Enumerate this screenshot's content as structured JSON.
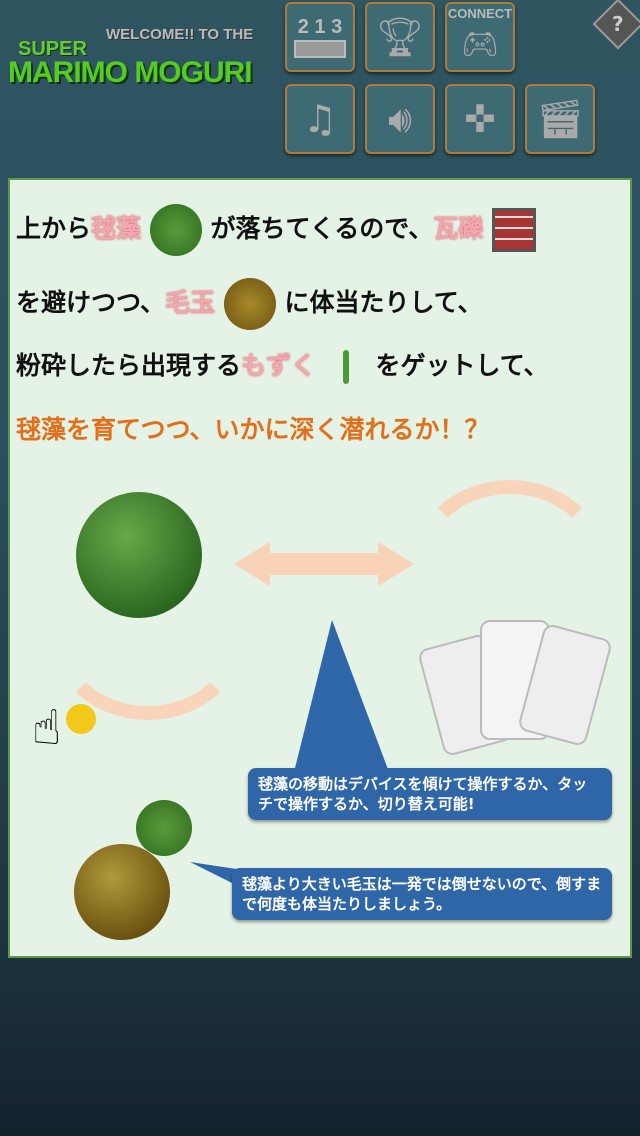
{
  "header": {
    "welcome": "WELCOME!! TO THE",
    "super": "SUPER",
    "title": "MARIMO MOGURI",
    "connect_label": "CONNECT",
    "help": "?"
  },
  "toolbar": [
    {
      "icon": "ranking-podium-icon",
      "text": "2 1 3"
    },
    {
      "icon": "trophy-icon"
    },
    {
      "icon": "gamepad-connect-icon"
    },
    {
      "icon": "music-notes-icon"
    },
    {
      "icon": "speaker-icon"
    },
    {
      "icon": "controller-icon"
    },
    {
      "icon": "clapperboard-icon"
    }
  ],
  "instructions": {
    "l1": {
      "a": "上から",
      "b": "毬藻",
      "c": "が落ちてくるので、",
      "d": "瓦礫"
    },
    "l2": {
      "a": "を避けつつ、",
      "b": "毛玉",
      "c": "に体当たりして、"
    },
    "l3": {
      "a": "粉砕したら出現する",
      "b": "もずく",
      "c": "をゲットして、"
    },
    "l4": "毬藻を育てつつ、いかに深く潜れるか！？"
  },
  "bubbles": {
    "tilt": "毬藻の移動はデバイスを傾けて操作するか、タッチで操作するか、切り替え可能!",
    "big": "毬藻より大きい毛玉は一発では倒せないので、倒すまで何度も体当たりしましょう。"
  },
  "colors": {
    "accent_pink": "#f2a6b0",
    "accent_orange": "#e2701a",
    "bubble": "#2f66a8",
    "panel": "#e5f3e6"
  }
}
